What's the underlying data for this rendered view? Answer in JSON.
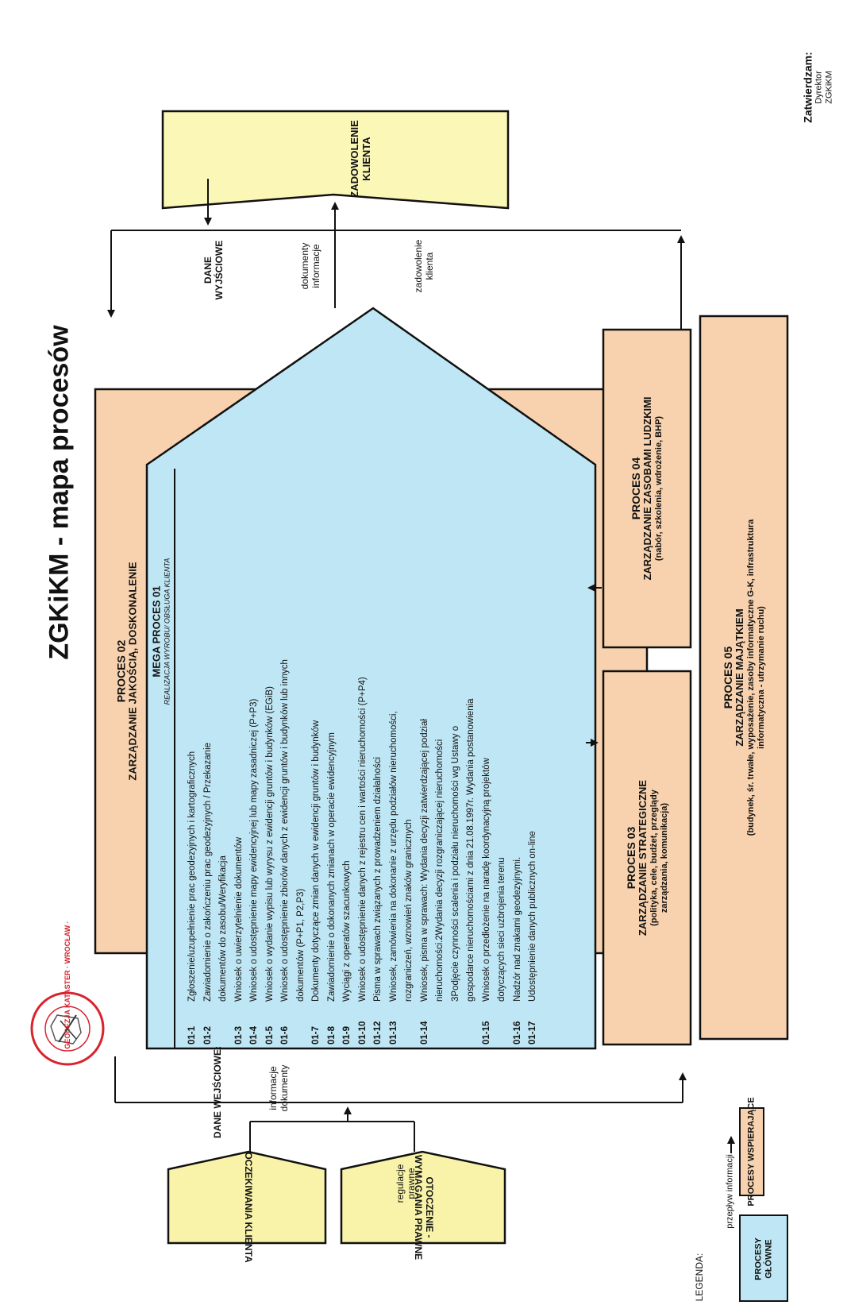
{
  "title": "ZGKiKM - mapa procesów",
  "approval": {
    "label": "Zatwierdzam:",
    "role": "Dyrektor",
    "org": "ZGKiKM"
  },
  "stamp": {
    "ring_text": "GEODEZJA KATASTER · WROCŁAW ·"
  },
  "inputs": {
    "header": "DANE WEJŚCIOWE:",
    "customer_expectations": "OCZEKIWANIA KLIENTA",
    "environment": [
      "OTOCZENIE -",
      "WYMAGANIA PRAWNE"
    ],
    "info_docs": [
      "informacje",
      "dokumenty"
    ],
    "legal": [
      "regulacje",
      "prawne"
    ]
  },
  "outputs": {
    "satisfaction_box": [
      "ZADOWOLENIE",
      "KLIENTA"
    ],
    "header": [
      "DANE",
      "WYJŚCIOWE"
    ],
    "docs_info": [
      "dokumenty",
      "informacje"
    ],
    "client_satisfaction": [
      "zadowolenie",
      "klienta"
    ]
  },
  "process02": {
    "name": "PROCES 02",
    "desc": "ZARZĄDZANIE JAKOŚCIĄ, DOSKONALENIE"
  },
  "mega": {
    "name": "MEGA PROCES 01",
    "subtitle": "REALIZACJA WYROBU/ OBSŁUGA KLIENTA",
    "items": [
      {
        "code": "01-1",
        "text": "Zgłoszenie/uzupełnienie prac geodezyjnych i kartograficznych"
      },
      {
        "code": "01-2",
        "text": "Zawiadomienie o zakończeniu prac geodezyjnych / Przekazanie"
      },
      {
        "code": "",
        "text": "dokumentów do zasobu/Weryfikacja"
      },
      {
        "code": "01-3",
        "text": "Wniosek o uwierzytelnienie dokumentów"
      },
      {
        "code": "01-4",
        "text": "Wniosek o udostępnienie mapy ewidencyjnej lub mapy zasadniczej (P+P3)"
      },
      {
        "code": "01-5",
        "text": "Wniosek o  wydanie wypisu lub wyrysu z ewidencji gruntów i budynków (EGiB)"
      },
      {
        "code": "01-6",
        "text": "Wniosek o udostępnienie zbiorów danych z ewidencji gruntów i budynków lub innych"
      },
      {
        "code": "",
        "text": "dokumentów (P+P1, P2,P3)"
      },
      {
        "code": "01-7",
        "text": "Dokumenty dotyczące zmian danych w ewidencji gruntów i budynków"
      },
      {
        "code": "01-8",
        "text": "Zawiadomienie o dokonanych zmianach w operacie ewidencyjnym"
      },
      {
        "code": "01-9",
        "text": "Wyciągi z operatów szacunkowych"
      },
      {
        "code": "01-10",
        "text": "Wniosek o udostępnienie danych z rejestru cen i wartości nieruchomości (P+P4)"
      },
      {
        "code": "01-12",
        "text": "Pisma w sprawach związanych z prowadzeniem działalności"
      },
      {
        "code": "01-13",
        "text": "Wniosek, zamówienia na dokonanie z urzędu podziałów nieruchomości,"
      },
      {
        "code": "",
        "text": "rozgraniczeń, wznowień znaków granicznych"
      },
      {
        "code": "01-14",
        "text": "Wniosek, pisma w sprawach:  Wydania decyzji  zatwierdzającej podział"
      },
      {
        "code": "",
        "text": "nieruchomości.2Wydania decyzji rozgraniczającej nieruchomości"
      },
      {
        "code": "",
        "text": "3Podjęcie czynności scalenia i podziału nieruchomości  wg Ustawy o"
      },
      {
        "code": "",
        "text": "gospodarce nieruchomościami z dnia 21.08.1997r. Wydania postanowienia"
      },
      {
        "code": "01-15",
        "text": "Wniosek o przedłożenie na naradę koordynacyjną projektów"
      },
      {
        "code": "",
        "text": "dotyczących sieci uzbrojenia terenu"
      },
      {
        "code": "01-16",
        "text": "Nadzór  nad znakami geodezyjnymi."
      },
      {
        "code": "01-17",
        "text": "Udostępnienie danych publicznych on-line"
      }
    ]
  },
  "process03": {
    "name": "PROCES 03",
    "desc": "ZARZĄDZANIE STRATEGICZNE",
    "detail": [
      "(polityka, cele, budżet, przeglądy",
      "zarządzania, komunikacja)"
    ]
  },
  "process04": {
    "name": "PROCES 04",
    "desc": "ZARZĄDZANIE ZASOBAMI LUDZKIMI",
    "detail": "(nabór, szkolenia, wdrożenie, BHP)"
  },
  "process05": {
    "name": "PROCES 05",
    "desc": "ZARZĄDZANIE MAJĄTKIEM",
    "detail": [
      "(budynek, śr. trwałe, wyposażenie, zasoby informatyczne G-K, infrastruktura",
      "informatyczna - utrzymanie ruchu)"
    ]
  },
  "legend": {
    "label": "LEGENDA:",
    "flow": "przepływ informacji",
    "main": [
      "PROCESY",
      "GŁÓWNE"
    ],
    "support": "PROCESY WSPIERAJĄCE"
  },
  "colors": {
    "main": "#bfe6f4",
    "support": "#f8d2ae",
    "output": "#fbf7b6",
    "input": "#f8f3a8",
    "stamp": "#d9232e",
    "line": "#111111"
  }
}
